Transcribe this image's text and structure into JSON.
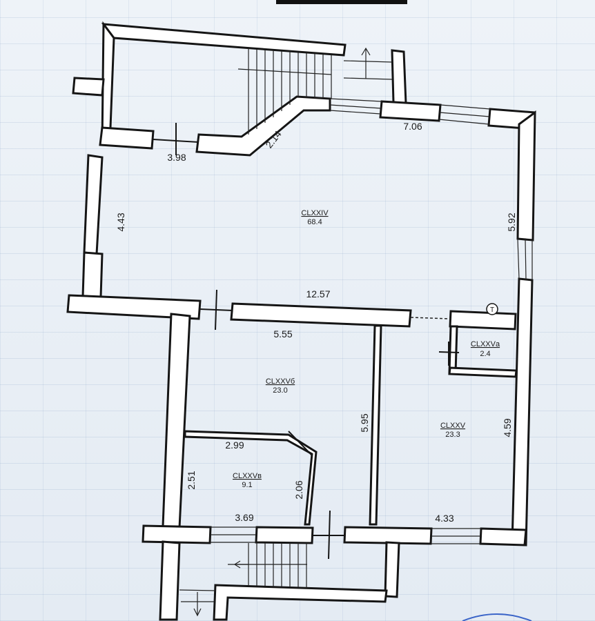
{
  "floor_plan": {
    "rooms": [
      {
        "id": "CLXXIV",
        "area": "68.4"
      },
      {
        "id": "CLXXVб",
        "area": "23.0"
      },
      {
        "id": "CLXXVв",
        "area": "9.1"
      },
      {
        "id": "CLXXV",
        "area": "23.3"
      },
      {
        "id": "CLXXVа",
        "area": "2.4"
      }
    ],
    "dimensions": [
      "3.98",
      "2.14",
      "7.06",
      "4.43",
      "5.92",
      "12.57",
      "5.55",
      "5.95",
      "4.59",
      "2.99",
      "2.51",
      "2.06",
      "3.69",
      "4.33"
    ],
    "marks": {
      "entry_symbol": "Т"
    }
  }
}
